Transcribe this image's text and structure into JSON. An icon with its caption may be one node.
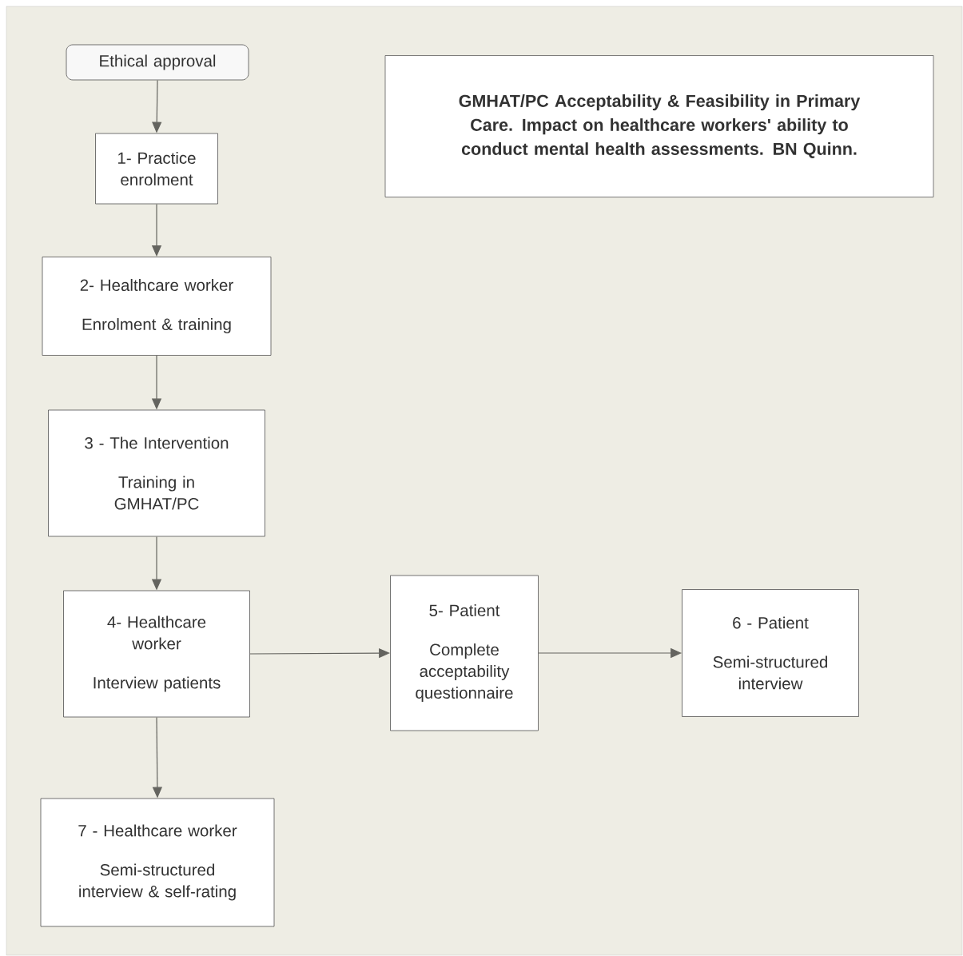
{
  "diagram": {
    "title": "GMHAT/PC Acceptability & Feasibility in Primary Care.  Impact on healthcare workers' ability to conduct mental health assessments. BN Quinn.",
    "nodes": [
      {
        "text": [
          "Ethical approval"
        ]
      },
      {
        "text": [
          "1- Practice enrolment"
        ]
      },
      {
        "text": [
          "2- Healthcare worker",
          "Enrolment & training"
        ]
      },
      {
        "text": [
          "3 - The Intervention",
          "Training in GMHAT/PC"
        ]
      },
      {
        "text": [
          "4- Healthcare worker",
          "Interview patients"
        ]
      },
      {
        "text": [
          "5- Patient",
          "Complete acceptability questionnaire"
        ]
      },
      {
        "text": [
          "6 - Patient",
          "Semi-structured interview"
        ]
      },
      {
        "text": [
          "7 - Healthcare worker",
          "Semi-structured interview & self-rating"
        ]
      }
    ],
    "edges": [
      {
        "from": 0,
        "to": 1,
        "arrow": "to"
      },
      {
        "from": 1,
        "to": 2,
        "arrow": "to"
      },
      {
        "from": 2,
        "to": 3,
        "arrow": "to"
      },
      {
        "from": 3,
        "to": 4,
        "arrow": "to"
      },
      {
        "from": 4,
        "to": 5,
        "arrow": "to"
      },
      {
        "from": 5,
        "to": 6,
        "arrow": "to"
      },
      {
        "from": 4,
        "to": 7,
        "arrow": "to"
      }
    ]
  }
}
